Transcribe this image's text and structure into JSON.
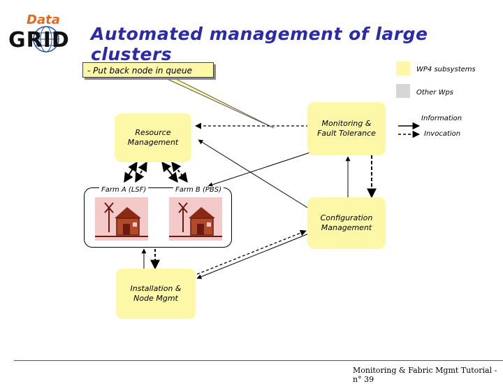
{
  "slide": {
    "title": "Automated management of large clusters",
    "footer": "Monitoring & Fabric Mgmt Tutorial - n° 39"
  },
  "logo": {
    "top_text": "Data",
    "bottom_text": "GRID"
  },
  "callout": {
    "text": "- Put back node in queue"
  },
  "legend": {
    "wp4_label": "WP4 subsystems",
    "other_label": "Other Wps",
    "information_label": "Information",
    "invocation_label": "Invocation",
    "wp4_color": "#fdf7a8",
    "other_color": "#d6d6d6"
  },
  "nodes": {
    "resource_management": "Resource\nManagement",
    "monitoring": "Monitoring &\nFault Tolerance",
    "configuration": "Configuration\nManagement",
    "installation": "Installation &\nNode Mgmt",
    "farm_a": "Farm A (LSF)",
    "farm_b": "Farm B (PBS)"
  },
  "icons": {
    "farm": "farm-house-windmill-icon"
  }
}
